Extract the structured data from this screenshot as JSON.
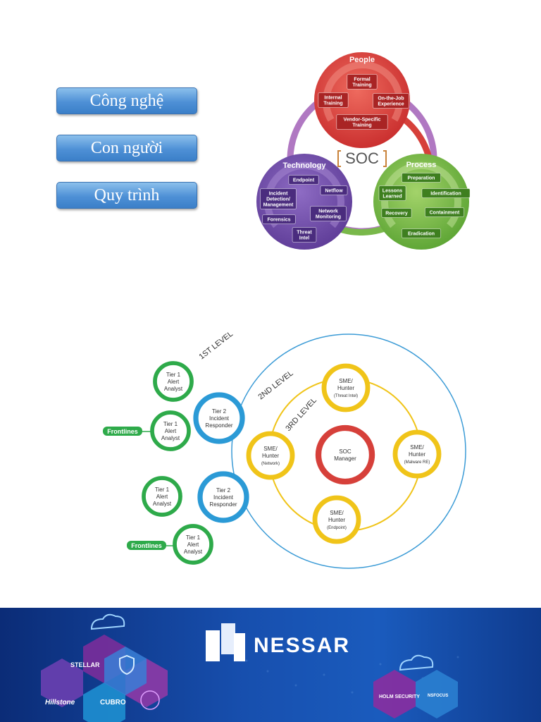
{
  "left_buttons": [
    "Công nghệ",
    "Con người",
    "Quy trình"
  ],
  "soc_cycle": {
    "center": "SOC",
    "people": {
      "title": "People",
      "items": [
        "Formal Training",
        "Internal Training",
        "On-the-Job Experience",
        "Vendor-Specific Training"
      ]
    },
    "technology": {
      "title": "Technology",
      "items": [
        "Endpoint",
        "Netflow",
        "Incident Detection/ Management",
        "Network Monitoring",
        "Forensics",
        "Threat Intel"
      ]
    },
    "process": {
      "title": "Process",
      "items": [
        "Preparation",
        "Lessons Learned",
        "Identification",
        "Recovery",
        "Containment",
        "Eradication"
      ]
    }
  },
  "soc_tiers": {
    "levels": [
      "1ST LEVEL",
      "2ND LEVEL",
      "3RD LEVEL"
    ],
    "tier1": "Tier 1 Alert Analyst",
    "tier2": "Tier 2 Incident Responder",
    "frontlines": "Frontlines",
    "manager": "SOC Manager",
    "sme": "SME/ Hunter",
    "sme_specialties": [
      "(Threat Intel)",
      "(Network)",
      "(Malware RE)",
      "(Endpoint)"
    ]
  },
  "banner": {
    "brand": "NESSAR",
    "logos": [
      "STELLAR",
      "Hillstone",
      "CUBRO",
      "HOLM SECURITY",
      "NSFOCUS"
    ]
  },
  "colors": {
    "people": "#d93a3a",
    "technology": "#6b4aa3",
    "process": "#6cb33f",
    "tier1": "#2eaa4a",
    "tier2": "#2b9ad6",
    "sme": "#f0c419",
    "manager": "#d6403a",
    "banner": "#174fae"
  }
}
